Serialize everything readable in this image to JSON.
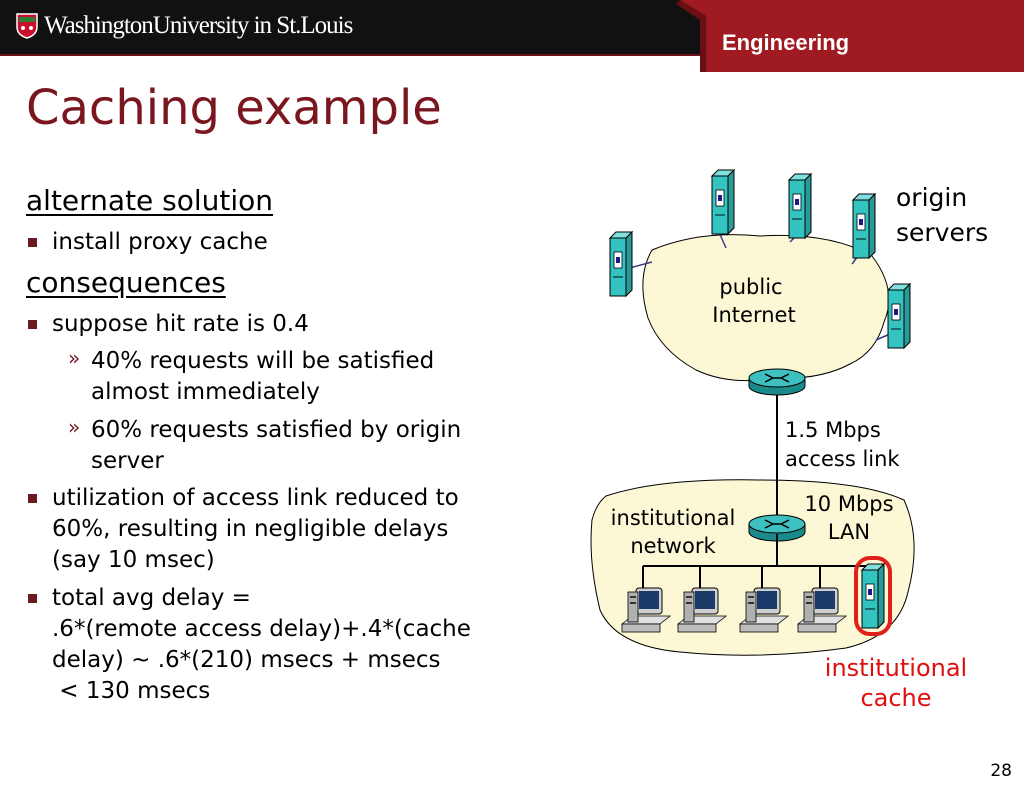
{
  "header": {
    "university": "WashingtonUniversity in St.Louis",
    "school": "Engineering",
    "colors": {
      "bar": "#111111",
      "accent": "#a01a22"
    }
  },
  "slide": {
    "title": "Caching example",
    "page_number": "28",
    "left": {
      "heading1": "alternate solution",
      "bullet1": "install proxy cache",
      "heading2": "consequences",
      "bullet2": "suppose hit rate is 0.4",
      "sub1_line1": "40% requests will be satisfied",
      "sub1_line2": "almost immediately",
      "sub2_line1": "60% requests satisfied by origin",
      "sub2_line2": "server",
      "bullet3_line1": "utilization of access link reduced to",
      "bullet3_line2": "60%, resulting in negligible  delays",
      "bullet3_line3": "(say 10 msec)",
      "bullet4_line1": "total avg delay =",
      "bullet4_line2": ".6*(remote access delay)+.4*(cache",
      "bullet4_line3": "delay) ~ .6*(210) msecs + msecs",
      "bullet4_line4": " < 130 msecs",
      "sub_marker": "»"
    },
    "diagram": {
      "origin_servers_line1": "origin",
      "origin_servers_line2": "servers",
      "public_internet_line1": "public",
      "public_internet_line2": "Internet",
      "access_link_line1": "1.5 Mbps",
      "access_link_line2": "access link",
      "lan_line1": "10 Mbps",
      "lan_line2": "LAN",
      "institutional_network_line1": "institutional",
      "institutional_network_line2": "network",
      "institutional_cache_line1": "institutional",
      "institutional_cache_line2": "cache"
    }
  }
}
